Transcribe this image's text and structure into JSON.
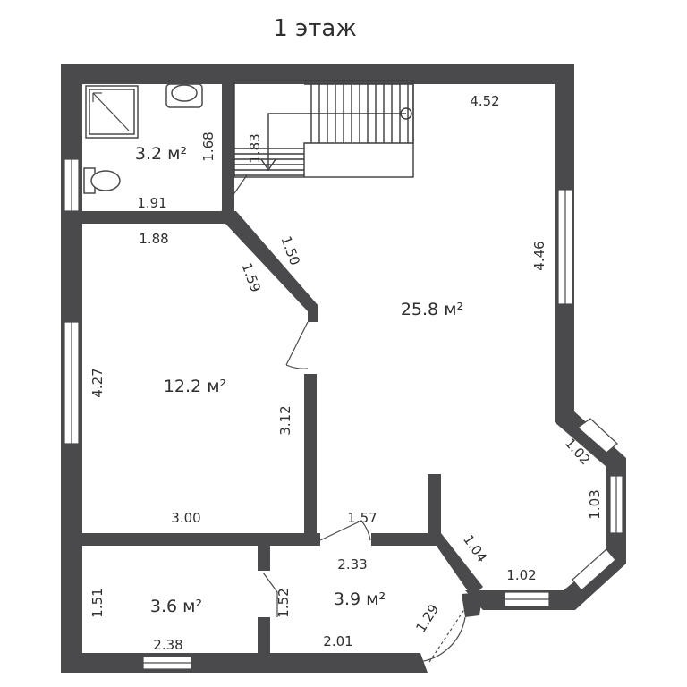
{
  "title": "1 этаж",
  "rooms": [
    {
      "area": "3.2 м²"
    },
    {
      "area": "25.8 м²"
    },
    {
      "area": "12.2 м²"
    },
    {
      "area": "3.6 м²"
    },
    {
      "area": "3.9 м²"
    }
  ],
  "dimensions": [
    "1.68",
    "1.83",
    "1.91",
    "4.52",
    "1.88",
    "1.50",
    "1.59",
    "4.46",
    "4.27",
    "3.12",
    "1.02",
    "1.03",
    "3.00",
    "1.57",
    "1.04",
    "2.33",
    "1.02",
    "1.51",
    "1.52",
    "1.29",
    "2.38",
    "2.01"
  ],
  "colors": {
    "wall": "#4a4a4c",
    "background": "#ffffff"
  }
}
